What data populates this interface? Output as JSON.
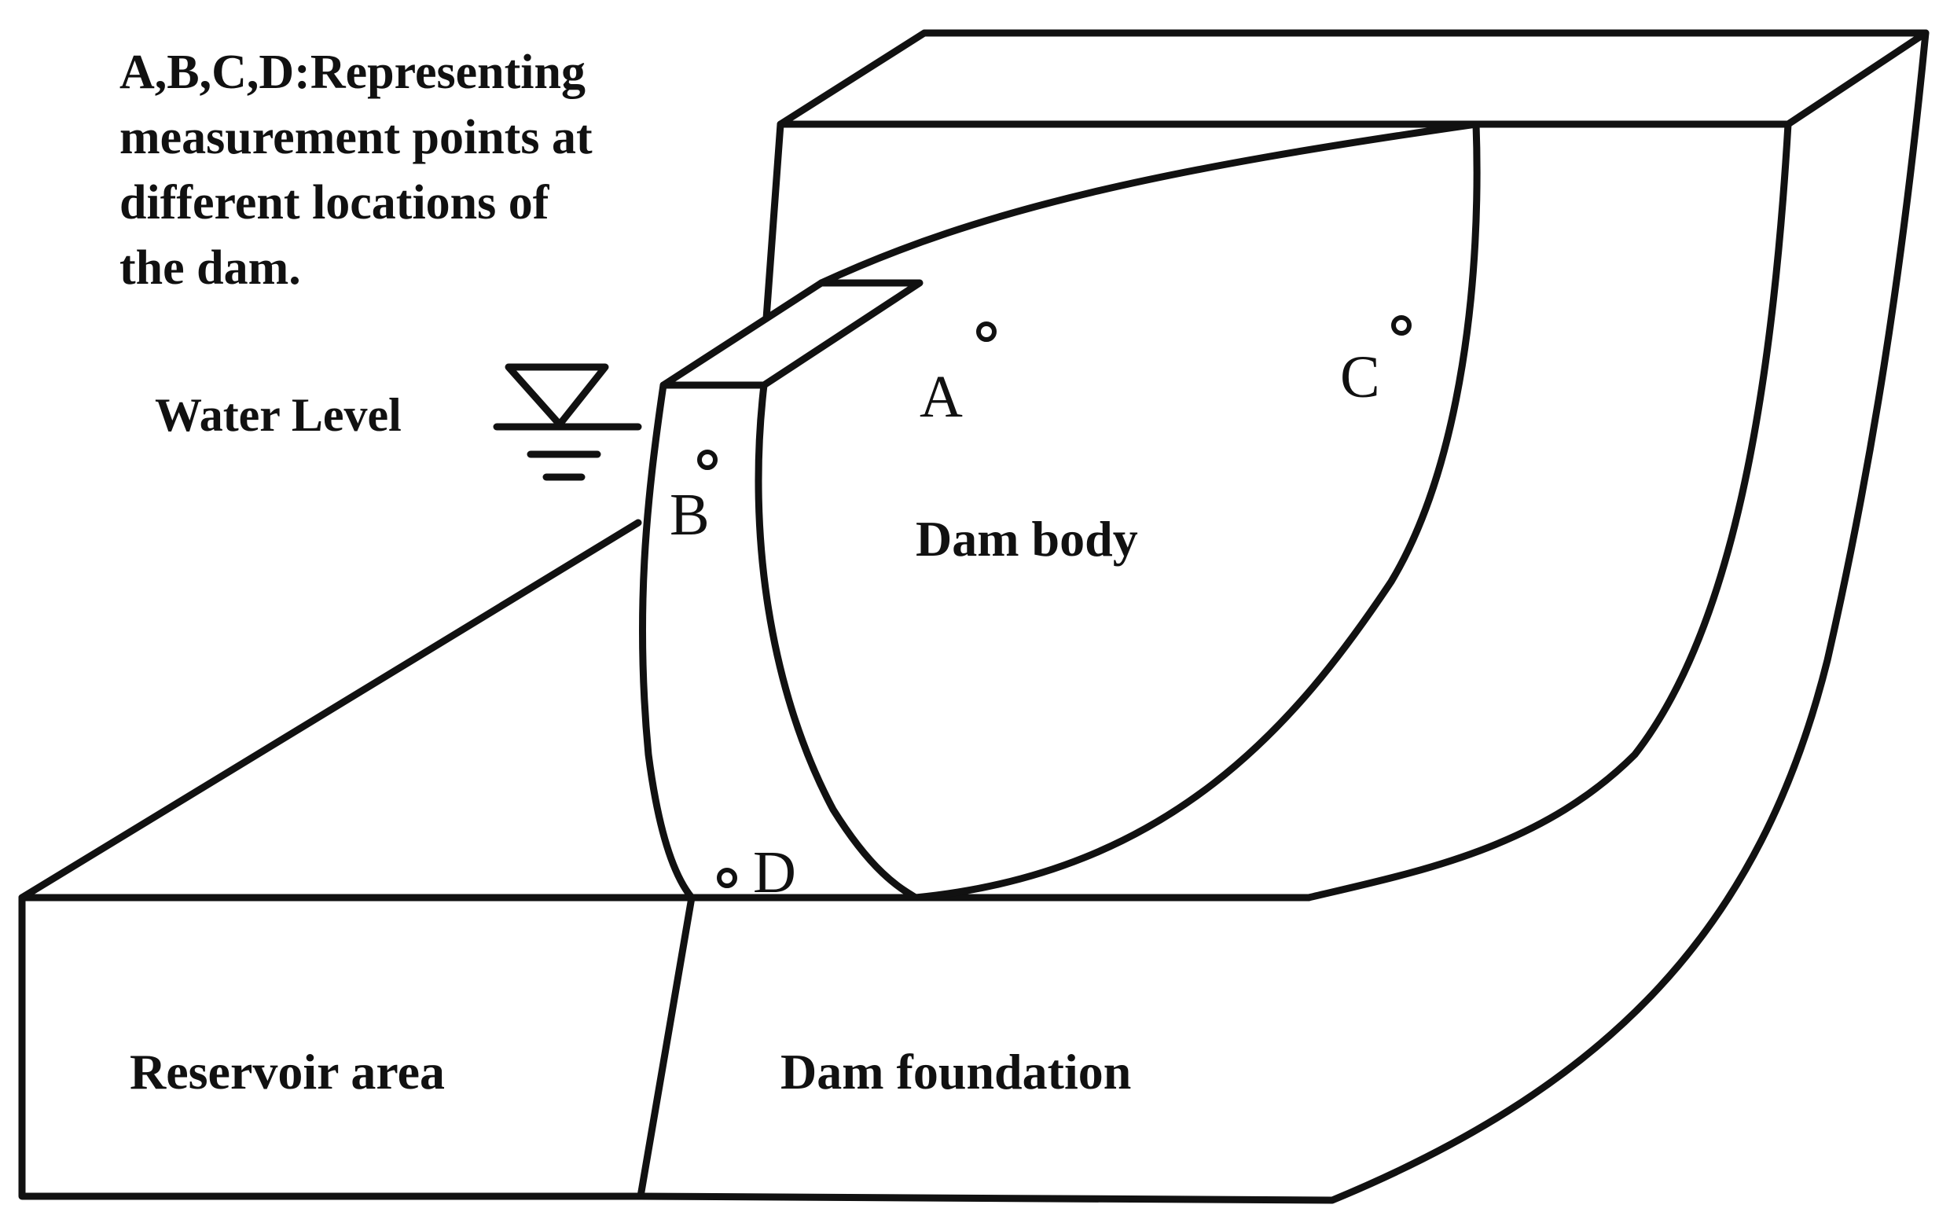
{
  "legend": {
    "lines": [
      "A,B,C,D:Representing",
      "measurement points at",
      "different locations of",
      "the dam."
    ]
  },
  "water_level": {
    "label": "Water Level"
  },
  "regions": {
    "dam_body": "Dam body",
    "reservoir_area": "Reservoir area",
    "dam_foundation": "Dam foundation"
  },
  "points": {
    "A": "A",
    "B": "B",
    "C": "C",
    "D": "D"
  },
  "colors": {
    "stroke": "#111111",
    "background": "#ffffff"
  }
}
